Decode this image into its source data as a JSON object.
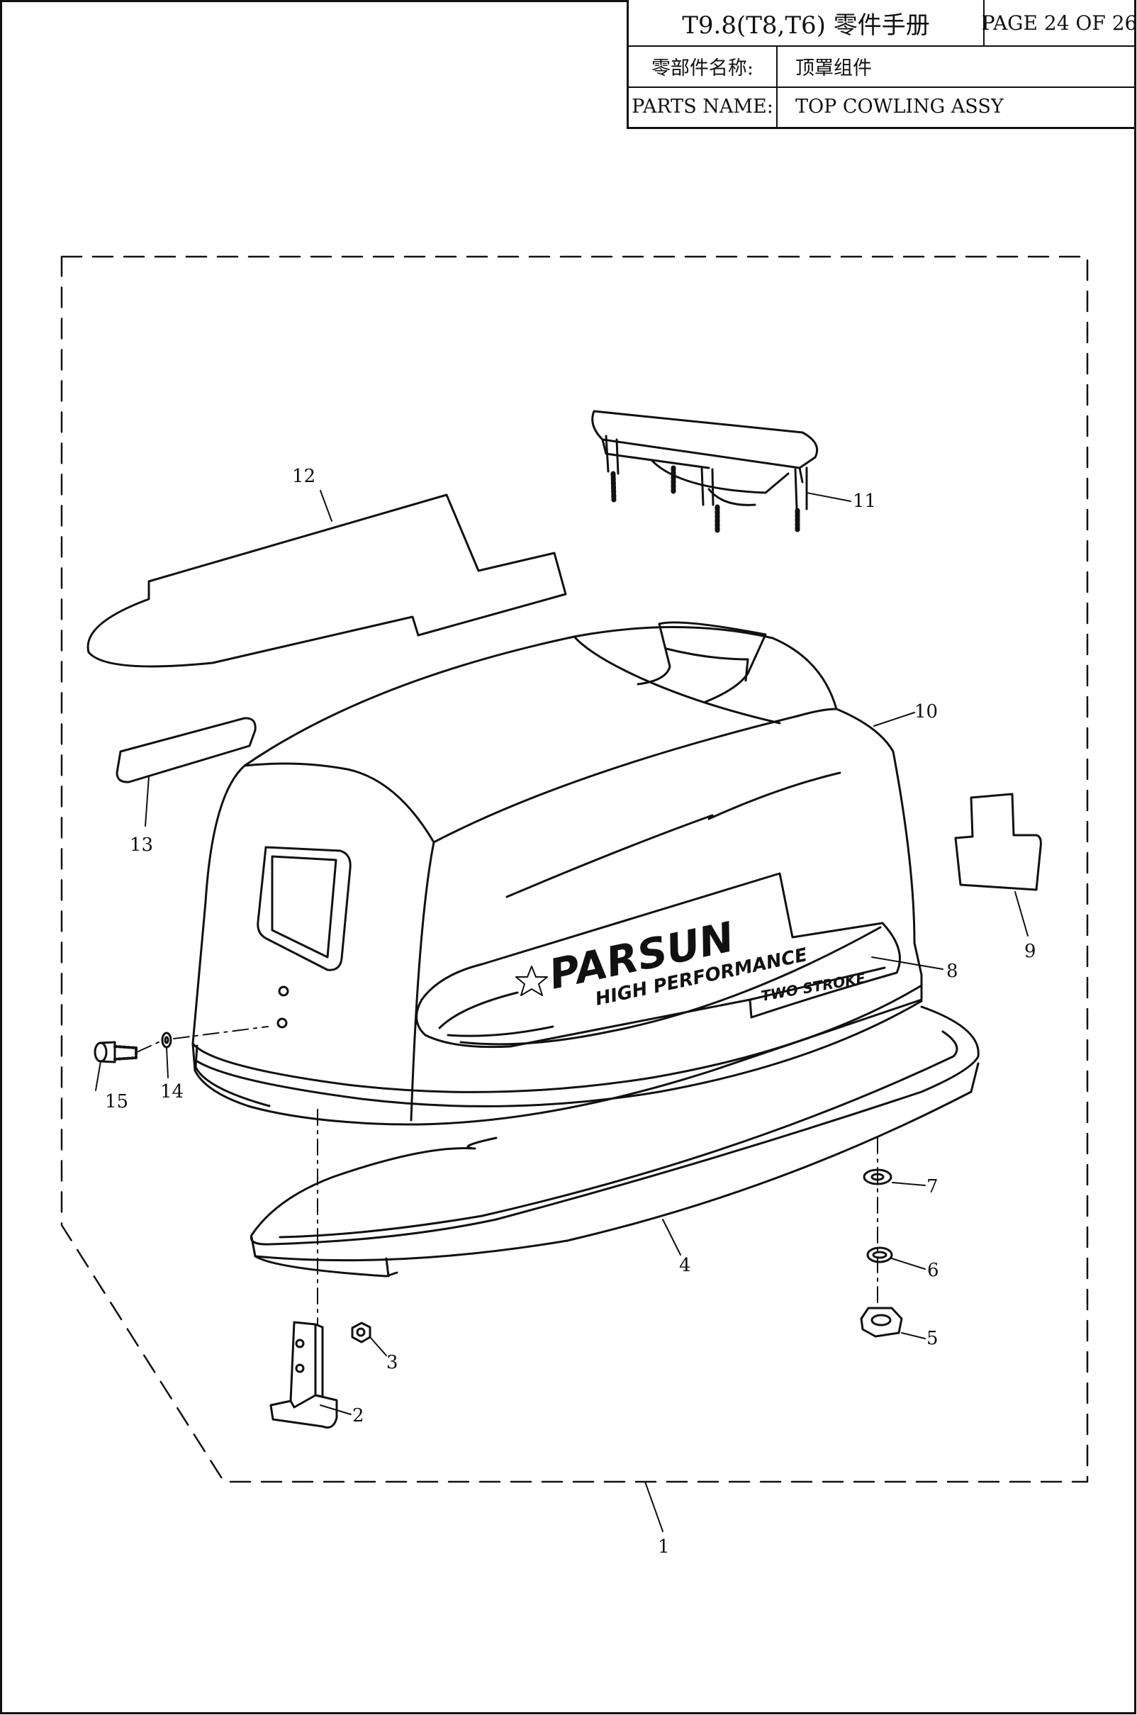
{
  "title_block": {
    "model_title": "T9.8(T8,T6) 零件手册",
    "page": "PAGE 24 OF 26",
    "name_label_cn": "零部件名称:",
    "name_value_cn": "顶罩组件",
    "name_label_en": "PARTS NAME:",
    "name_value_en": "TOP COWLING ASSY"
  },
  "decal": {
    "brand": "PARSUN",
    "tagline": "HIGH PERFORMANCE",
    "stroke": "TWO STROKE"
  },
  "callouts": [
    "1",
    "2",
    "3",
    "4",
    "5",
    "6",
    "7",
    "8",
    "9",
    "10",
    "11",
    "12",
    "13",
    "14",
    "15"
  ]
}
